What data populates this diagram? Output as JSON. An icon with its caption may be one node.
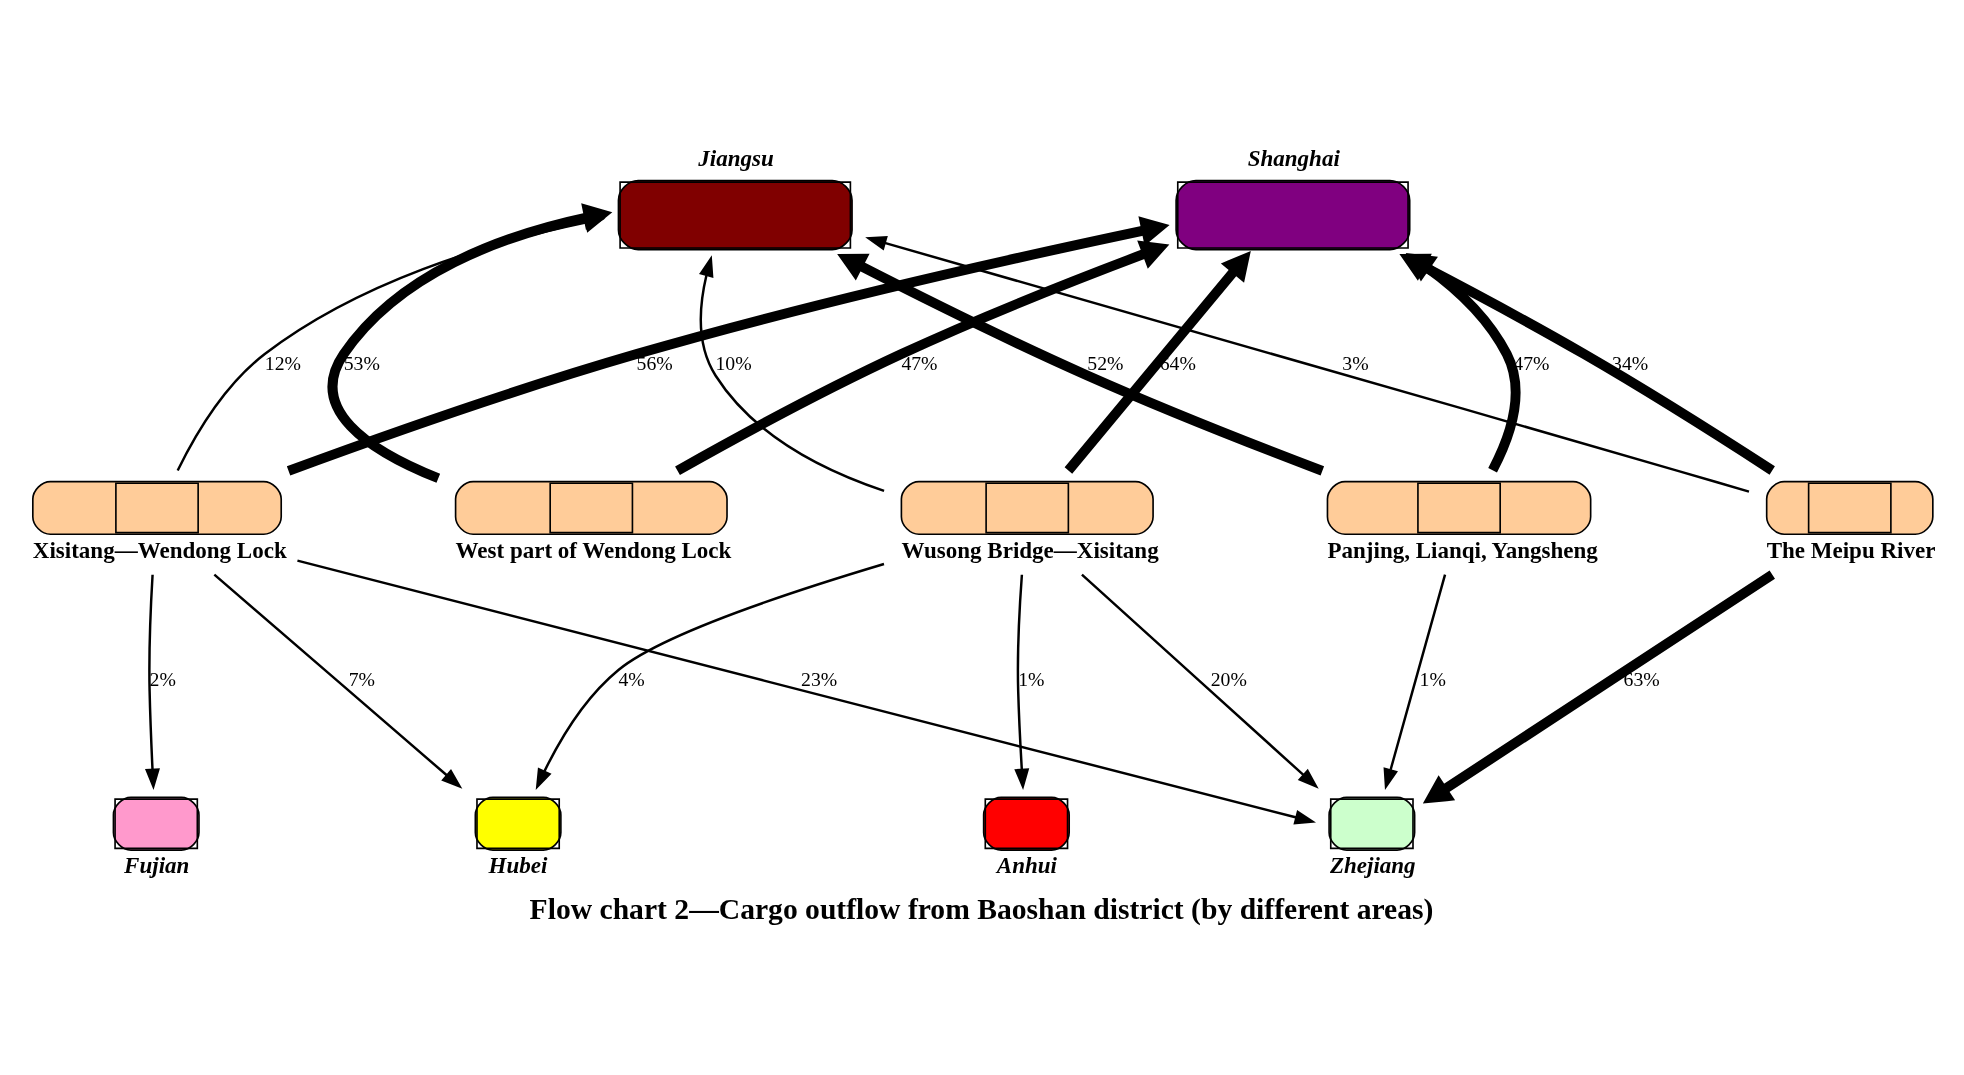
{
  "diagram": {
    "caption": "Flow chart 2—Cargo outflow from Baoshan district (by different areas)",
    "nodes": [
      {
        "text": [
          "Jiangsu"
        ]
      },
      {
        "text": [
          "Shanghai"
        ]
      },
      {
        "text": [
          "Panjing, Lianqi, Yangsheng"
        ]
      },
      {
        "text": [
          "West part of Wendong Lock"
        ]
      },
      {
        "text": [
          "Xisitang—Wendong Lock"
        ]
      },
      {
        "text": [
          "Wusong Bridge—Xisitang"
        ]
      },
      {
        "text": [
          "The Meipu River"
        ]
      },
      {
        "text": [
          "Fujian"
        ]
      },
      {
        "text": [
          "Hubei"
        ]
      },
      {
        "text": [
          "Anhui"
        ]
      },
      {
        "text": [
          "Zhejiang"
        ]
      }
    ],
    "edges": [
      {
        "from": 2,
        "to": 0,
        "arrow": "to",
        "label": "52%",
        "style": "thick"
      },
      {
        "from": 2,
        "to": 1,
        "arrow": "to",
        "label": "47%",
        "style": "thick"
      },
      {
        "from": 2,
        "to": 10,
        "arrow": "to",
        "label": "1%"
      },
      {
        "from": 3,
        "to": 0,
        "arrow": "to",
        "label": "53%",
        "style": "thick"
      },
      {
        "from": 3,
        "to": 1,
        "arrow": "to",
        "label": "47%",
        "style": "thick"
      },
      {
        "from": 4,
        "to": 0,
        "arrow": "to",
        "label": "12%"
      },
      {
        "from": 4,
        "to": 1,
        "arrow": "to",
        "label": "56%",
        "style": "thick"
      },
      {
        "from": 4,
        "to": 10,
        "arrow": "to",
        "label": "23%"
      },
      {
        "from": 4,
        "to": 8,
        "arrow": "to",
        "label": "7%"
      },
      {
        "from": 4,
        "to": 7,
        "arrow": "to",
        "label": "2%"
      },
      {
        "from": 5,
        "to": 0,
        "arrow": "to",
        "label": "10%"
      },
      {
        "from": 5,
        "to": 1,
        "arrow": "to",
        "label": "64%",
        "style": "thick"
      },
      {
        "from": 5,
        "to": 10,
        "arrow": "to",
        "label": "20%"
      },
      {
        "from": 5,
        "to": 8,
        "arrow": "to",
        "label": "4%"
      },
      {
        "from": 5,
        "to": 9,
        "arrow": "to",
        "label": "1%"
      },
      {
        "from": 6,
        "to": 0,
        "arrow": "to",
        "label": "3%"
      },
      {
        "from": 6,
        "to": 1,
        "arrow": "to",
        "label": "34%",
        "style": "thick"
      },
      {
        "from": 6,
        "to": 10,
        "arrow": "to",
        "label": "63%",
        "style": "thick"
      }
    ]
  }
}
